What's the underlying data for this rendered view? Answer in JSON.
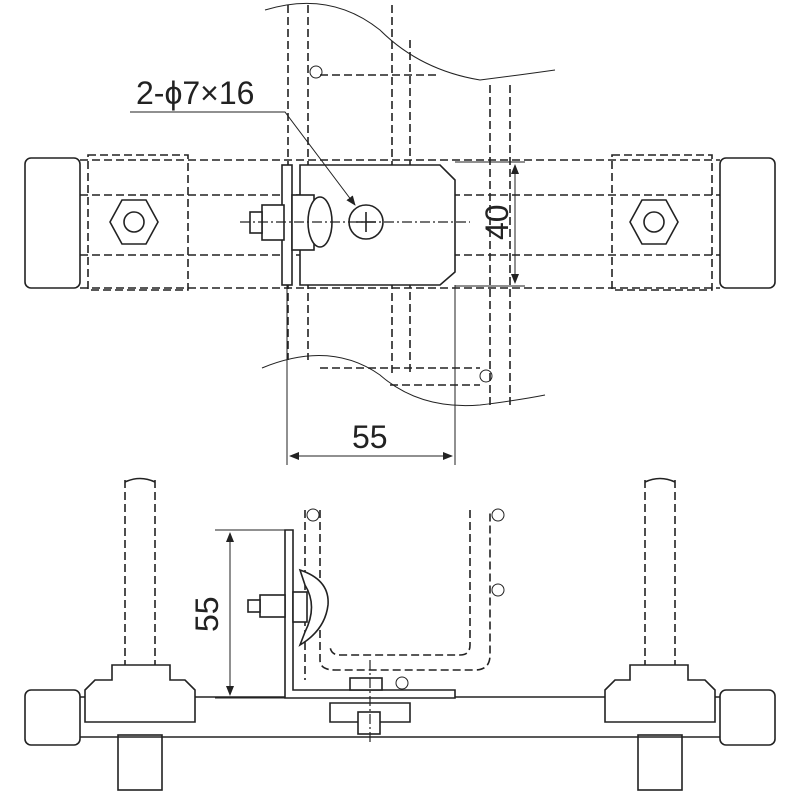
{
  "drawing": {
    "hole_callout": "2-ϕ7×16",
    "dim_top_height": "40",
    "dim_top_width": "55",
    "dim_side_height": "55"
  }
}
